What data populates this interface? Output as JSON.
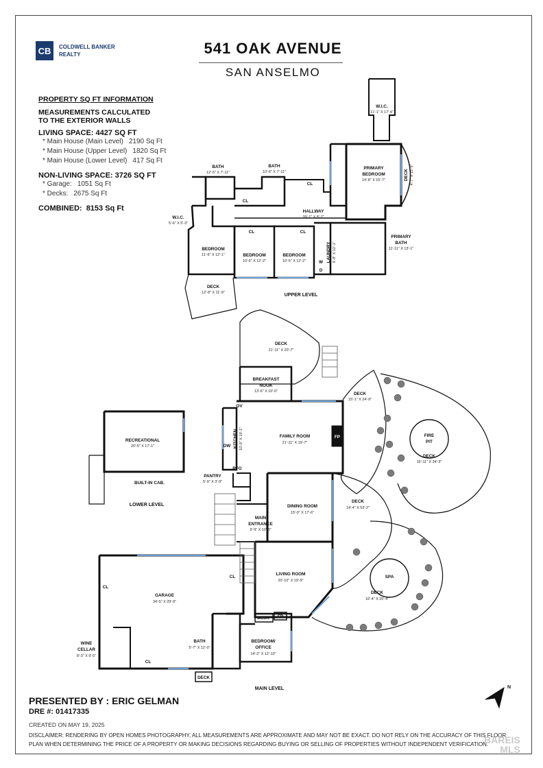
{
  "brand": {
    "logo_mark": "CB",
    "line1": "COLDWELL BANKER",
    "line2": "REALTY"
  },
  "title": "541 OAK AVENUE",
  "subtitle": "SAN ANSELMO",
  "sqft": {
    "heading": "PROPERTY SQ FT INFORMATION",
    "note1": "MEASUREMENTS CALCULATED",
    "note2": "TO THE EXTERIOR WALLS",
    "living_title": "LIVING SPACE: 4427 SQ FT",
    "living_items": [
      {
        "label": "Main House (Main Level)",
        "value": "2190 Sq Ft"
      },
      {
        "label": "Main House (Upper Level)",
        "value": "1820 Sq Ft"
      },
      {
        "label": "Main House (Lower Level)",
        "value": "417 Sq Ft"
      }
    ],
    "nonliving_title": "NON-LIVING SPACE: 3726 SQ FT",
    "nonliving_items": [
      {
        "label": "Garage:",
        "value": "1051 Sq Ft"
      },
      {
        "label": "Decks:",
        "value": "2675 Sq Ft"
      }
    ],
    "combined_label": "COMBINED:",
    "combined_value": "8153  Sq Ft"
  },
  "upper_level": {
    "level_label": "UPPER LEVEL",
    "rooms": [
      {
        "name": "W.I.C.",
        "dims": "11'-1\" X 17'-4\""
      },
      {
        "name": "PRIMARY",
        "name2": "BEDROOM",
        "dims": "14'-8\" X 15'-7\""
      },
      {
        "name": "DECK",
        "dims": "4'-7\" X 15'-5\""
      },
      {
        "name": "BATH",
        "dims": "12'-5\" X 7'-11\""
      },
      {
        "name": "BATH",
        "dims": "10'-6\" X 7'-11\""
      },
      {
        "name": "HALLWAY",
        "dims": "39'-1\" X 8'-7\""
      },
      {
        "name": "W.I.C.",
        "dims": "5'-6\" X 5'-3\""
      },
      {
        "name": "BEDROOM",
        "dims": "11'-6\" X 12'-1\""
      },
      {
        "name": "BEDROOM",
        "dims": "10'-6\" X 12'-2\""
      },
      {
        "name": "BEDROOM",
        "dims": "10'-5\" X 12'-2\""
      },
      {
        "name": "LAUNDRY",
        "dims": "5'-8\" X 12'-1\""
      },
      {
        "name": "PRIMARY",
        "name2": "BATH",
        "dims": "11'-11\" X 13'-1\""
      },
      {
        "name": "DECK",
        "dims": "12'-8\" X 11'-9\""
      }
    ],
    "tags": [
      "CL",
      "CL",
      "CL",
      "CL",
      "W",
      "D"
    ]
  },
  "lower_level": {
    "level_label": "LOWER LEVEL",
    "rooms": [
      {
        "name": "RECREATIONAL",
        "dims": "20'-5\" X 17'-1\""
      },
      {
        "name": "BUILT-IN CAB.",
        "dims": ""
      }
    ]
  },
  "main_level": {
    "level_label": "MAIN LEVEL",
    "rooms": [
      {
        "name": "DECK",
        "dims": "21'-11\" X 20'-7\""
      },
      {
        "name": "BREAKFAST",
        "name2": "NOOK",
        "dims": "13'-6\" X 10'-0\""
      },
      {
        "name": "DECK",
        "dims": "15'-1\" X 24'-9\""
      },
      {
        "name": "FIRE",
        "name2": "PIT",
        "dims": ""
      },
      {
        "name": "DECK",
        "dims": "16'-11\" X 34'-3\""
      },
      {
        "name": "KITCHEN",
        "dims": "10'-9\" X 19'-1\""
      },
      {
        "name": "FAMILY ROOM",
        "dims": "21'-11\" X 19'-7\""
      },
      {
        "name": "PANTRY",
        "dims": "5'-9\" X 3'-9\""
      },
      {
        "name": "DINING ROOM",
        "dims": "15'-0\" X 17'-6\""
      },
      {
        "name": "DECK",
        "dims": "14'-4\" X 53'-2\""
      },
      {
        "name": "MAIN",
        "name2": "ENTRANCE",
        "dims": "9'-9\" X 10'-3\""
      },
      {
        "name": "LIVING ROOM",
        "dims": "20'-10\" X 19'-9\""
      },
      {
        "name": "SPA",
        "dims": ""
      },
      {
        "name": "DECK",
        "dims": "16'-4\" X 25'-4\""
      },
      {
        "name": "GARAGE",
        "dims": "34'-5\" X 29'-9\""
      },
      {
        "name": "WINE",
        "name2": "CELLAR",
        "dims": "8'-3\" X 9'-5\""
      },
      {
        "name": "BATH",
        "dims": "5'-7\" X 12'-0\""
      },
      {
        "name": "BEDROOM/",
        "name2": "OFFICE",
        "dims": "14'-2\" X 12'-10\""
      },
      {
        "name": "DECK",
        "dims": ""
      }
    ],
    "tags": [
      "OV",
      "DW",
      "FP",
      "RFG",
      "CL",
      "CL",
      "CL",
      "DESK",
      "FP"
    ]
  },
  "compass": {
    "label": "N"
  },
  "presented_by": "PRESENTED BY : ERIC GELMAN",
  "dre": "DRE #: 01417335",
  "created": "CREATED ON MAY 19, 2025",
  "disclaimer": "DISCLAIMER: RENDERING BY OPEN HOMES PHOTOGRAPHY, ALL MEASUREMENTS ARE APPROXIMATE AND MAY NOT BE EXACT. DO NOT RELY ON THE ACCURACY OF THIS FLOOR PLAN WHEN DETERMINING THE PRICE OF A PROPERTY OR MAKING DECISIONS REGARDING BUYING OR SELLING OF PROPERTIES WITHOUT INDEPENDENT VERIFICATION.",
  "watermark": {
    "line1": "BAREIS",
    "line2": "MLS"
  }
}
